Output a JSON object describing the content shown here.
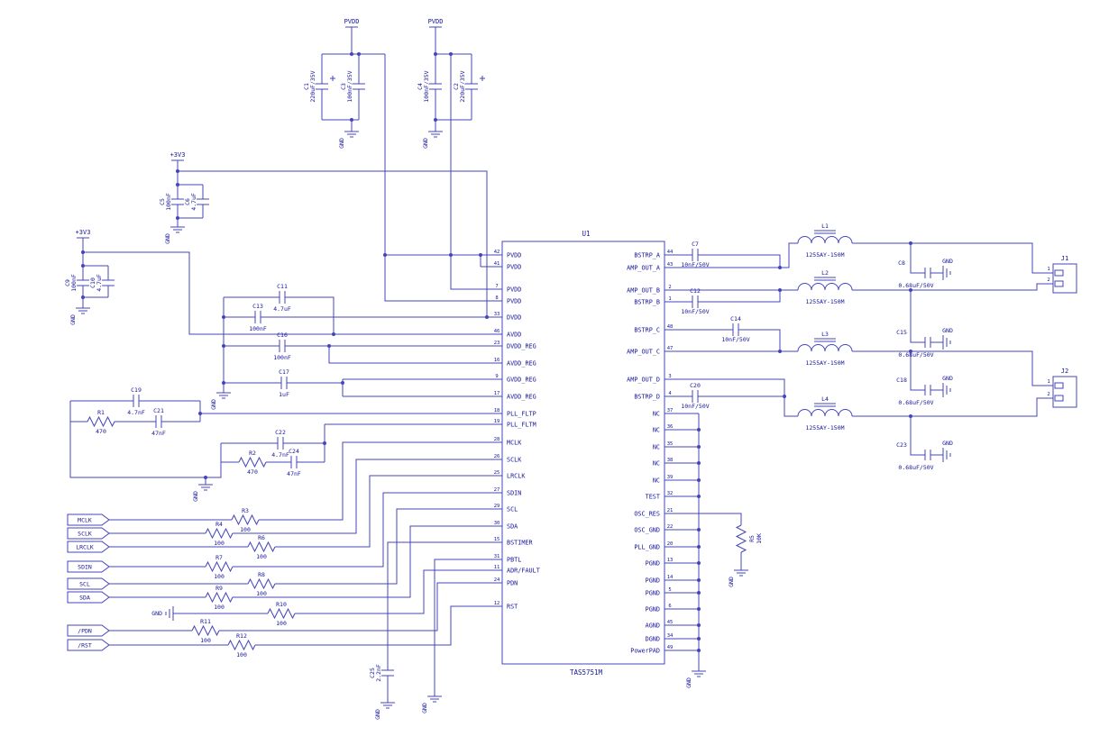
{
  "nets": {
    "pvdd": "PVDD",
    "v3v3": "+3V3",
    "gnd": "GND"
  },
  "ic": {
    "ref": "U1",
    "part": "TAS5751M",
    "left_pins": [
      {
        "num": "42",
        "name": "PVDD"
      },
      {
        "num": "41",
        "name": "PVDD"
      },
      {
        "num": "7",
        "name": "PVDD"
      },
      {
        "num": "8",
        "name": "PVDD"
      },
      {
        "num": "33",
        "name": "DVDD"
      },
      {
        "num": "46",
        "name": "AVDD"
      },
      {
        "num": "23",
        "name": "DVDD_REG"
      },
      {
        "num": "16",
        "name": "AVDD_REG"
      },
      {
        "num": "9",
        "name": "GVDD_REG"
      },
      {
        "num": "17",
        "name": "AVDD_REG"
      },
      {
        "num": "18",
        "name": "PLL_FLTP"
      },
      {
        "num": "19",
        "name": "PLL_FLTM"
      },
      {
        "num": "28",
        "name": "MCLK"
      },
      {
        "num": "26",
        "name": "SCLK"
      },
      {
        "num": "25",
        "name": "LRCLK"
      },
      {
        "num": "27",
        "name": "SDIN"
      },
      {
        "num": "29",
        "name": "SCL"
      },
      {
        "num": "30",
        "name": "SDA"
      },
      {
        "num": "15",
        "name": "BSTIMER"
      },
      {
        "num": "31",
        "name": "PBTL"
      },
      {
        "num": "11",
        "name": "ADR/FAULT"
      },
      {
        "num": "24",
        "name": "PDN"
      },
      {
        "num": "12",
        "name": "RST"
      }
    ],
    "right_pins": [
      {
        "num": "44",
        "name": "BSTRP_A"
      },
      {
        "num": "43",
        "name": "AMP_OUT_A"
      },
      {
        "num": "2",
        "name": "AMP_OUT_B"
      },
      {
        "num": "1",
        "name": "BSTRP_B"
      },
      {
        "num": "48",
        "name": "BSTRP_C"
      },
      {
        "num": "47",
        "name": "AMP_OUT_C"
      },
      {
        "num": "3",
        "name": "AMP_OUT_D"
      },
      {
        "num": "4",
        "name": "BSTRP_D"
      },
      {
        "num": "37",
        "name": "NC"
      },
      {
        "num": "36",
        "name": "NC"
      },
      {
        "num": "35",
        "name": "NC"
      },
      {
        "num": "38",
        "name": "NC"
      },
      {
        "num": "39",
        "name": "NC"
      },
      {
        "num": "32",
        "name": "TEST"
      },
      {
        "num": "21",
        "name": "OSC_RES"
      },
      {
        "num": "22",
        "name": "OSC_GND"
      },
      {
        "num": "20",
        "name": "PLL_GND"
      },
      {
        "num": "13",
        "name": "PGND"
      },
      {
        "num": "14",
        "name": "PGND"
      },
      {
        "num": "5",
        "name": "PGND"
      },
      {
        "num": "6",
        "name": "PGND"
      },
      {
        "num": "45",
        "name": "AGND"
      },
      {
        "num": "34",
        "name": "DGND"
      },
      {
        "num": "49",
        "name": "PowerPAD"
      }
    ]
  },
  "banks": [
    {
      "caps": [
        {
          "ref": "C1",
          "value": "220uF/35V",
          "polarized": true
        },
        {
          "ref": "C3",
          "value": "100nF/35V",
          "polarized": false
        }
      ]
    },
    {
      "caps": [
        {
          "ref": "C4",
          "value": "100nF/35V",
          "polarized": false
        },
        {
          "ref": "C2",
          "value": "220uF/35V",
          "polarized": true
        }
      ]
    },
    {
      "caps": [
        {
          "ref": "C5",
          "value": "100nF",
          "polarized": false
        },
        {
          "ref": "C6",
          "value": "4.7uF",
          "polarized": false
        }
      ]
    },
    {
      "caps": [
        {
          "ref": "C9",
          "value": "100nF",
          "polarized": false
        },
        {
          "ref": "C10",
          "value": "4.7uF",
          "polarized": false
        }
      ]
    }
  ],
  "decoupling": [
    {
      "ref": "C11",
      "value": "4.7uF"
    },
    {
      "ref": "C13",
      "value": "100nF"
    },
    {
      "ref": "C16",
      "value": "100nF"
    },
    {
      "ref": "C17",
      "value": "1uF"
    }
  ],
  "pll": [
    {
      "ref": "C19",
      "value": "4.7nF"
    },
    {
      "ref": "R1",
      "value": "470"
    },
    {
      "ref": "C21",
      "value": "47nF"
    },
    {
      "ref": "C22",
      "value": "4.7nF"
    },
    {
      "ref": "R2",
      "value": "470"
    },
    {
      "ref": "C24",
      "value": "47nF"
    }
  ],
  "series_resistors": [
    {
      "ref": "R3",
      "value": "100"
    },
    {
      "ref": "R4",
      "value": "100"
    },
    {
      "ref": "R6",
      "value": "100"
    },
    {
      "ref": "R7",
      "value": "100"
    },
    {
      "ref": "R8",
      "value": "100"
    },
    {
      "ref": "R9",
      "value": "100"
    },
    {
      "ref": "R11",
      "value": "100"
    },
    {
      "ref": "R12",
      "value": "100"
    }
  ],
  "adr_resistor": {
    "ref": "R10",
    "value": "100"
  },
  "pull_resistor": {
    "ref": "R5",
    "value": "10K"
  },
  "bootstrap_caps": [
    {
      "ref": "C7",
      "value": "10nF/50V"
    },
    {
      "ref": "C12",
      "value": "10nF/50V"
    },
    {
      "ref": "C14",
      "value": "10nF/50V"
    },
    {
      "ref": "C20",
      "value": "10nF/50V"
    }
  ],
  "inductors": [
    {
      "ref": "L1",
      "part": "1255AY-150M"
    },
    {
      "ref": "L2",
      "part": "1255AY-150M"
    },
    {
      "ref": "L3",
      "part": "1255AY-150M"
    },
    {
      "ref": "L4",
      "part": "1255AY-150M"
    }
  ],
  "output_caps": [
    {
      "ref": "C8",
      "value": "0.68uF/50V"
    },
    {
      "ref": "C15",
      "value": "0.68uF/50V"
    },
    {
      "ref": "C18",
      "value": "0.68uF/50V"
    },
    {
      "ref": "C23",
      "value": "0.68uF/50V"
    }
  ],
  "timer_cap": {
    "ref": "C25",
    "value": "2.2nF"
  },
  "signals": [
    {
      "label": "MCLK"
    },
    {
      "label": "SCLK"
    },
    {
      "label": "LRCLK"
    },
    {
      "label": "SDIN"
    },
    {
      "label": "SCL"
    },
    {
      "label": "SDA"
    },
    {
      "label": "/PDN"
    },
    {
      "label": "/RST"
    }
  ],
  "connectors": [
    {
      "ref": "J1",
      "pins": [
        "1",
        "2"
      ]
    },
    {
      "ref": "J2",
      "pins": [
        "1",
        "2"
      ]
    }
  ],
  "colors": {
    "line": "#4444bb",
    "text": "#15159b",
    "background": "#ffffff"
  }
}
